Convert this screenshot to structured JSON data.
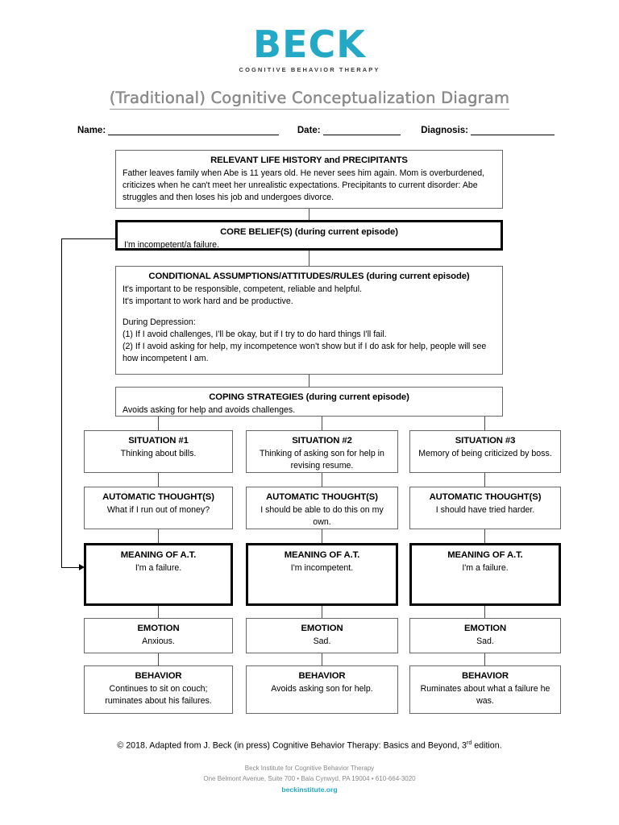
{
  "logo": {
    "mark": "BECK",
    "subtitle": "COGNITIVE BEHAVIOR THERAPY",
    "brand_color": "#23a9c6"
  },
  "title": "(Traditional) Cognitive Conceptualization Diagram",
  "fields": {
    "name_label": "Name:",
    "date_label": "Date:",
    "diagnosis_label": "Diagnosis:"
  },
  "diagram": {
    "life_history": {
      "title": "RELEVANT LIFE HISTORY and PRECIPITANTS",
      "body": "Father leaves family when Abe is 11 years old. He never sees him again. Mom is overburdened, criticizes when he can't meet her unrealistic expectations. Precipitants to current disorder: Abe struggles and then loses his job and undergoes divorce."
    },
    "core_belief": {
      "title": "CORE BELIEF(S) (during current episode)",
      "body": "I'm incompetent/a failure."
    },
    "conditional_assumptions": {
      "title": "CONDITIONAL ASSUMPTIONS/ATTITUDES/RULES (during current episode)",
      "line1": "It's important to be responsible, competent, reliable and helpful.",
      "line2": "It's important to work hard and be productive.",
      "line3": "During Depression:",
      "line4": "(1) If I avoid challenges, I'll be okay, but if I try to do hard things I'll fail.",
      "line5": "(2) If I avoid asking for help, my incompetence won't show but if I do ask for help, people will see how incompetent I am."
    },
    "coping_strategies": {
      "title": "COPING STRATEGIES (during current episode)",
      "body": "Avoids asking for help and avoids challenges."
    },
    "columns": [
      {
        "situation": {
          "title": "SITUATION #1",
          "body": "Thinking about bills."
        },
        "automatic_thought": {
          "title": "AUTOMATIC THOUGHT(S)",
          "body": "What if I run out of money?"
        },
        "meaning": {
          "title": "MEANING OF A.T.",
          "body": "I'm a failure."
        },
        "emotion": {
          "title": "EMOTION",
          "body": "Anxious."
        },
        "behavior": {
          "title": "BEHAVIOR",
          "body": "Continues to sit on couch; ruminates about his failures."
        }
      },
      {
        "situation": {
          "title": "SITUATION #2",
          "body": "Thinking of asking son for help in revising resume."
        },
        "automatic_thought": {
          "title": "AUTOMATIC THOUGHT(S)",
          "body": "I should be able to do this on my own."
        },
        "meaning": {
          "title": "MEANING OF A.T.",
          "body": "I'm incompetent."
        },
        "emotion": {
          "title": "EMOTION",
          "body": "Sad."
        },
        "behavior": {
          "title": "BEHAVIOR",
          "body": "Avoids asking son for help."
        }
      },
      {
        "situation": {
          "title": "SITUATION #3",
          "body": "Memory of being criticized by boss."
        },
        "automatic_thought": {
          "title": "AUTOMATIC THOUGHT(S)",
          "body": "I should have tried harder."
        },
        "meaning": {
          "title": "MEANING OF A.T.",
          "body": "I'm a failure."
        },
        "emotion": {
          "title": "EMOTION",
          "body": "Sad."
        },
        "behavior": {
          "title": "BEHAVIOR",
          "body": "Ruminates about what a failure he was."
        }
      }
    ]
  },
  "footer": {
    "copyright_pre": "© 2018. Adapted from J. Beck (in press) Cognitive Behavior Therapy: Basics and Beyond, 3",
    "copyright_sup": "rd",
    "copyright_post": " edition.",
    "institute_name": "Beck Institute for Cognitive Behavior Therapy",
    "institute_address": "One Belmont Avenue, Suite 700 • Bala Cynwyd, PA 19004 • 610-664-3020",
    "institute_url": "beckinstitute.org"
  }
}
